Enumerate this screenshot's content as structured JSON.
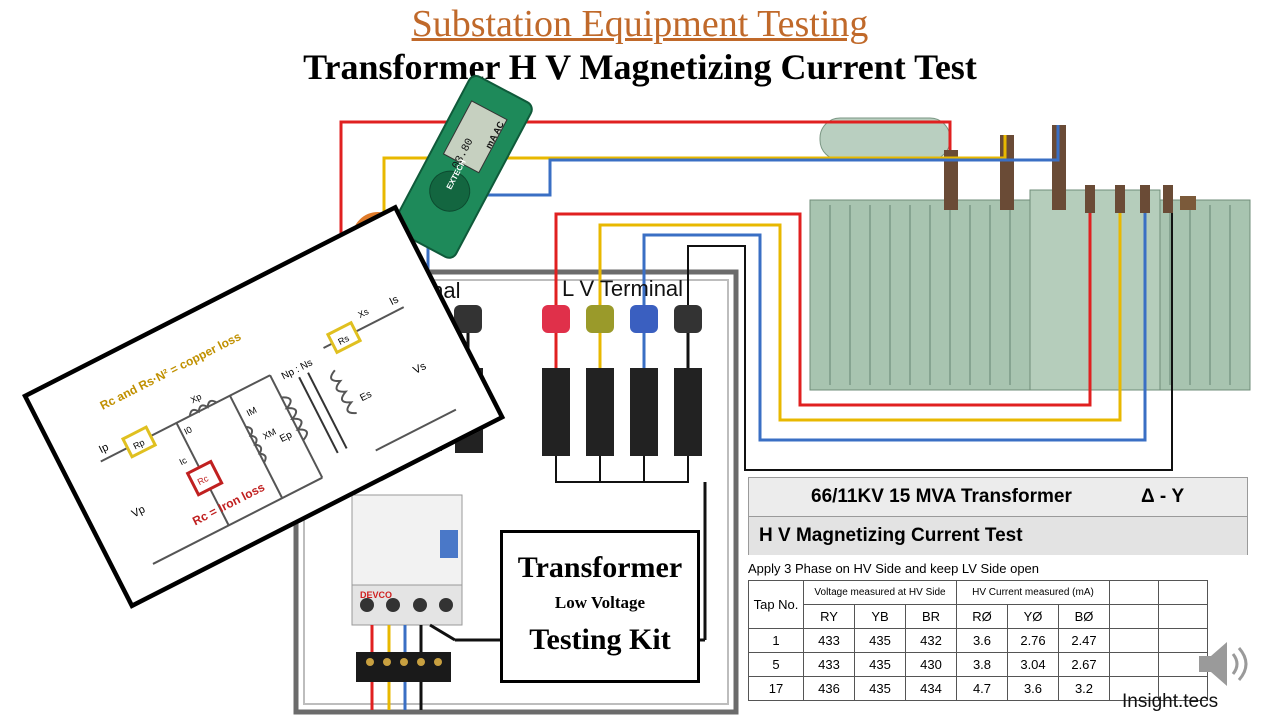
{
  "header": {
    "title": "Substation Equipment Testing",
    "subtitle": "Transformer H V Magnetizing Current Test"
  },
  "terminals": {
    "hv_label": "H V Terminal",
    "lv_label": "L V Terminal"
  },
  "clamp_meter": {
    "reading": "03.80",
    "unit": "mA AC",
    "brand": "EXTECH"
  },
  "mcb": {
    "brand": "DEVCO"
  },
  "kit": {
    "line1": "Transformer",
    "line2": "Low Voltage",
    "line3": "Testing Kit"
  },
  "circuit": {
    "copper_loss_note": "Rc and Rs·N² = copper loss",
    "iron_loss_note": "Rc = Iron loss",
    "labels": [
      "Ip",
      "Rp",
      "Xp",
      "I0",
      "Ic",
      "IM",
      "Rc",
      "XM",
      "Vp",
      "Ep",
      "Np : Ns",
      "Es",
      "Vs",
      "Is",
      "Rs",
      "Xs"
    ]
  },
  "info": {
    "transformer": "66/11KV 15 MVA Transformer",
    "vector_group": "Δ - Y",
    "test_name": "H V Magnetizing Current Test",
    "instruction": "Apply 3 Phase on HV Side and keep LV Side open"
  },
  "table": {
    "tap_header": "Tap No.",
    "voltage_header": "Voltage measured at HV Side",
    "current_header": "HV Current measured (mA)",
    "sub_headers": [
      "RY",
      "YB",
      "BR",
      "RØ",
      "YØ",
      "BØ"
    ],
    "rows": [
      {
        "tap": "1",
        "ry": "433",
        "yb": "435",
        "br": "432",
        "r": "3.6",
        "y": "2.76",
        "b": "2.47"
      },
      {
        "tap": "5",
        "ry": "433",
        "yb": "435",
        "br": "430",
        "r": "3.8",
        "y": "3.04",
        "b": "2.67"
      },
      {
        "tap": "17",
        "ry": "436",
        "yb": "435",
        "br": "434",
        "r": "4.7",
        "y": "3.6",
        "b": "3.2"
      }
    ]
  },
  "brand": "Insight.tecs",
  "colors": {
    "title": "#c0692a",
    "red_phase": "#e02020",
    "yellow_phase": "#e8b800",
    "blue_phase": "#3a6fc4",
    "neutral": "#111111",
    "transformer_body": "#a8c4b0"
  }
}
